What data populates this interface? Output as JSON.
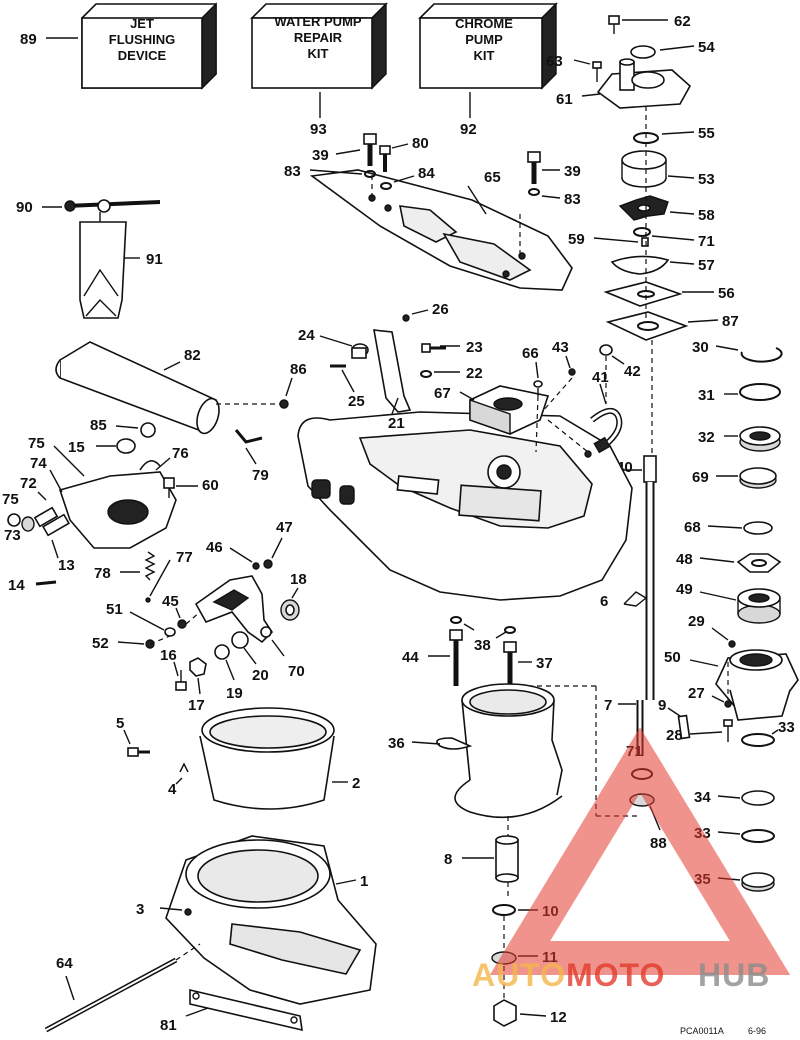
{
  "kits": [
    {
      "number": "89",
      "lines": [
        "JET",
        "FLUSHING",
        "DEVICE"
      ]
    },
    {
      "number": "93",
      "lines": [
        "WATER PUMP",
        "REPAIR",
        "KIT"
      ]
    },
    {
      "number": "92",
      "lines": [
        "CHROME",
        "PUMP",
        "KIT"
      ]
    }
  ],
  "callouts": {
    "c1": "1",
    "c2": "2",
    "c3": "3",
    "c4": "4",
    "c5": "5",
    "c6": "6",
    "c7": "7",
    "c8": "8",
    "c9": "9",
    "c10": "10",
    "c11": "11",
    "c12": "12",
    "c13": "13",
    "c14": "14",
    "c15": "15",
    "c16": "16",
    "c17": "17",
    "c18": "18",
    "c19": "19",
    "c20": "20",
    "c21": "21",
    "c22": "22",
    "c23": "23",
    "c24": "24",
    "c25": "25",
    "c26": "26",
    "c27": "27",
    "c28": "28",
    "c29": "29",
    "c30": "30",
    "c31": "31",
    "c32": "32",
    "c33a": "33",
    "c33b": "33",
    "c34": "34",
    "c35": "35",
    "c36": "36",
    "c37": "37",
    "c38": "38",
    "c39a": "39",
    "c39b": "39",
    "c40": "40",
    "c41": "41",
    "c42": "42",
    "c43": "43",
    "c44": "44",
    "c45": "45",
    "c46": "46",
    "c47": "47",
    "c48": "48",
    "c49": "49",
    "c50": "50",
    "c51": "51",
    "c52": "52",
    "c53": "53",
    "c54": "54",
    "c55": "55",
    "c56": "56",
    "c57": "57",
    "c58": "58",
    "c59": "59",
    "c60": "60",
    "c61": "61",
    "c62": "62",
    "c63": "63",
    "c64": "64",
    "c65": "65",
    "c66": "66",
    "c67": "67",
    "c68": "68",
    "c69": "69",
    "c70": "70",
    "c71a": "71",
    "c71b": "71",
    "c72": "72",
    "c73": "73",
    "c74": "74",
    "c75a": "75",
    "c75b": "75",
    "c76": "76",
    "c77": "77",
    "c78": "78",
    "c79": "79",
    "c80": "80",
    "c81": "81",
    "c82": "82",
    "c83a": "83",
    "c83b": "83",
    "c84": "84",
    "c85": "85",
    "c86": "86",
    "c87": "87",
    "c88": "88",
    "c90": "90",
    "c91": "91"
  },
  "drawing_code": "PCA0011A",
  "drawing_date": "6-96",
  "watermark": {
    "part1": "AUTO",
    "part2": "MOTO",
    "part3": "HUB",
    "color1": "#f4b64a",
    "color2": "#e33b2e",
    "color3": "#8c8c8c"
  }
}
